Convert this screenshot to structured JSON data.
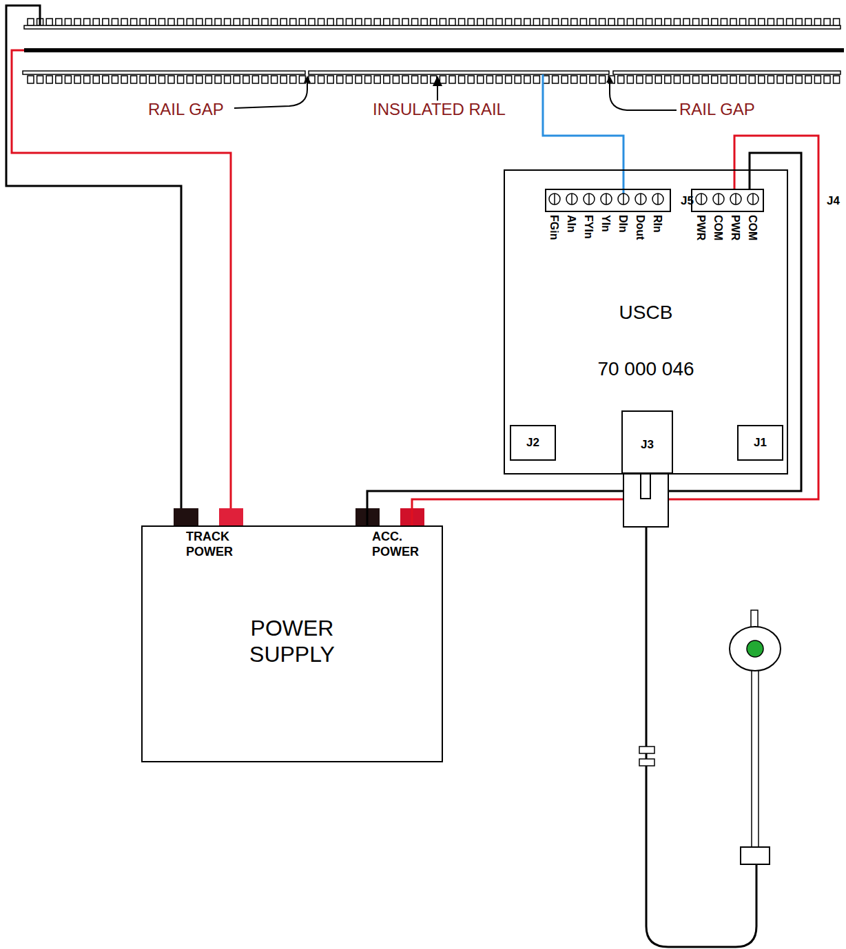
{
  "diagram": {
    "nodes": [
      {
        "text": [
          "USCB",
          "70 000 046"
        ]
      },
      {
        "text": [
          "J5"
        ],
        "in": 0
      },
      {
        "text": [
          "J4"
        ],
        "in": 0
      },
      {
        "text": [
          "J2"
        ],
        "in": 0
      },
      {
        "text": [
          "J3"
        ],
        "in": 0
      },
      {
        "text": [
          "J1"
        ],
        "in": 0
      },
      {
        "text": [
          "POWER SUPPLY"
        ]
      }
    ],
    "edges": [
      {
        "from": 6,
        "to": 2,
        "arrow": "none"
      },
      {
        "from": 6,
        "to": 2,
        "arrow": "none"
      }
    ],
    "labels": [
      "RAIL GAP",
      "INSULATED RAIL",
      "RAIL GAP",
      "TRACK POWER",
      "ACC. POWER",
      "FGin",
      "AIn",
      "FYIn",
      "YIn",
      "DIn",
      "Dout",
      "RIn",
      "PWR",
      "COM",
      "PWR",
      "COM"
    ]
  }
}
